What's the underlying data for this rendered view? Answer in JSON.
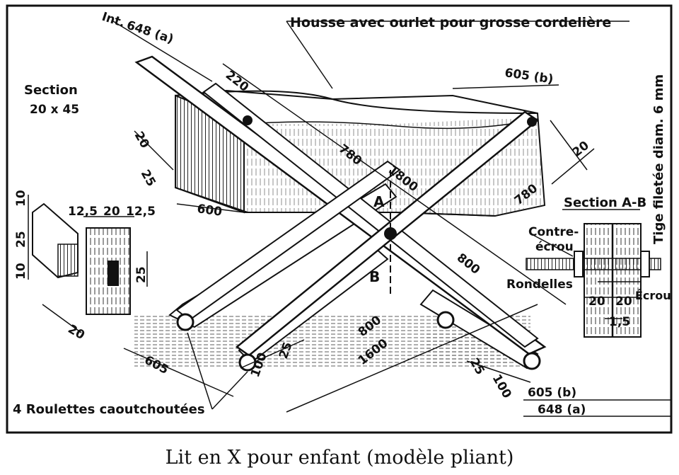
{
  "caption": "Lit en X pour enfant (modèle pliant)",
  "labels": {
    "housse": "Housse avec ourlet pour grosse cordelière",
    "int": "Int.",
    "section": "Section",
    "section_size": "20 x 45",
    "section_ab": "Section A-B",
    "tige": "Tige filetée diam. 6 mm",
    "contre1": "Contre-",
    "contre2": "écrou",
    "rondelles": "Rondelles",
    "ecrou": "Écrou",
    "roulettes": "4 Roulettes caoutchoutées",
    "point_a": "A",
    "point_b": "B"
  },
  "dims": {
    "d648a_top": "648 (a)",
    "d220": "220",
    "d605b_top": "605 (b)",
    "d780a": "780",
    "d1800": "1800",
    "d780b": "780",
    "d20_right": "20",
    "d20_left": "20",
    "d25_left": "25",
    "d600": "600",
    "d125a": "12,5",
    "d20_mid": "20",
    "d125b": "12,5",
    "d10a": "10",
    "d25v": "25",
    "d10b": "10",
    "d20_bot": "20",
    "d25_block": "25",
    "d800a": "800",
    "d800b": "800",
    "d1600": "1600",
    "d605_left": "605",
    "d100a": "100",
    "d25_foot": "25",
    "d25_rfoot": "25",
    "d100b": "100",
    "d605b_bot": "605 (b)",
    "d648a_bot": "648 (a)",
    "d20_ab1": "20",
    "d20_ab2": "20",
    "d15": "1,5"
  }
}
